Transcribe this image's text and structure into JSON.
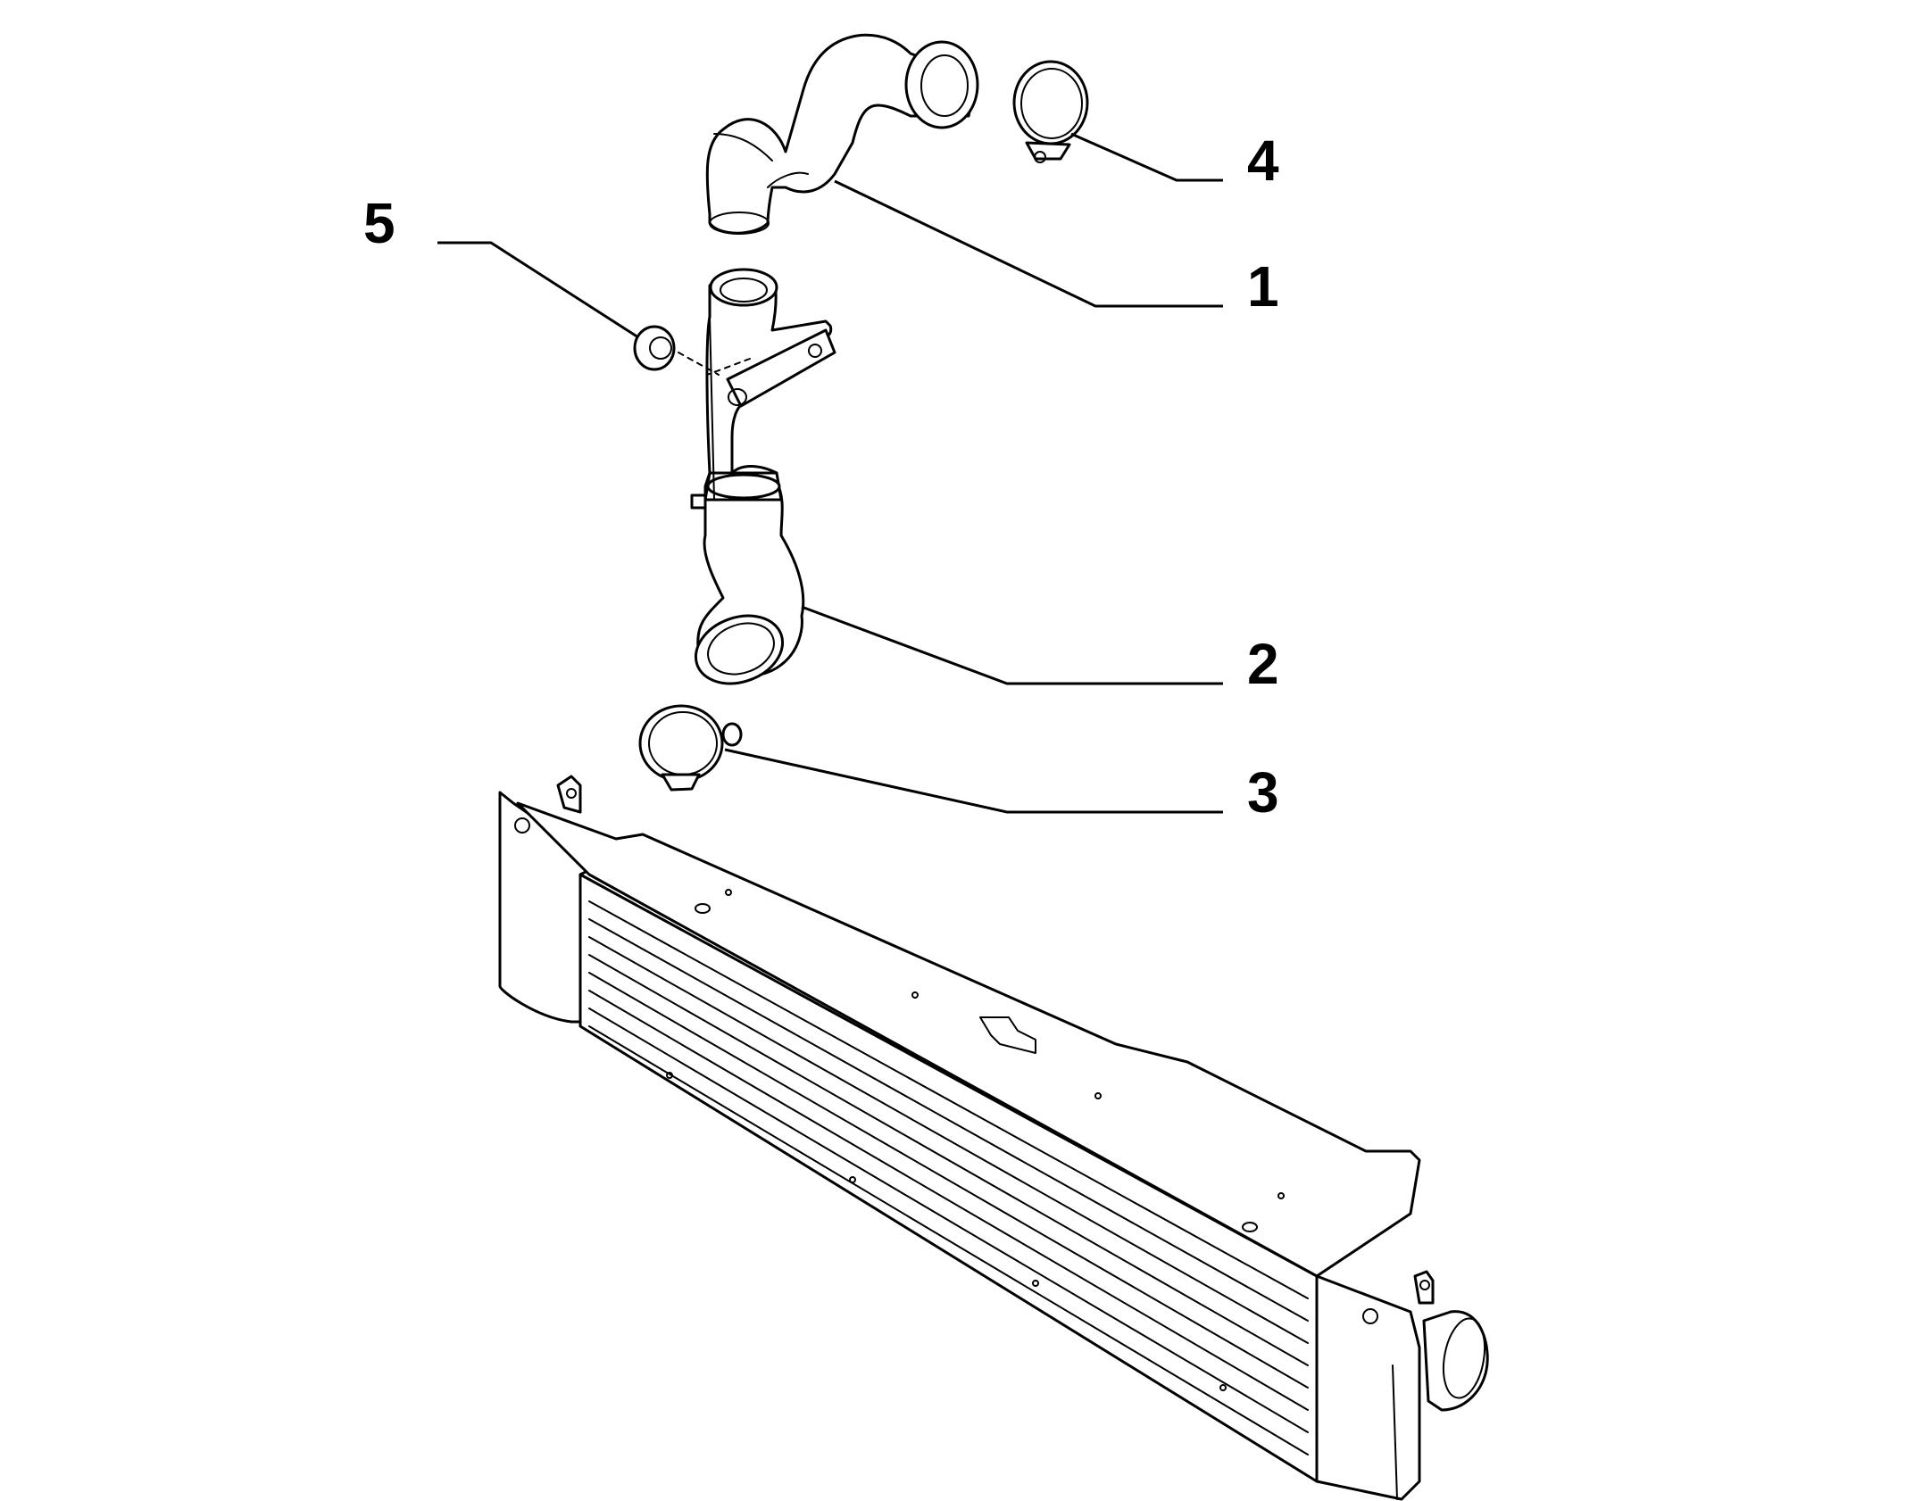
{
  "diagram": {
    "callouts": [
      {
        "id": "part-1",
        "label": "1"
      },
      {
        "id": "part-2",
        "label": "2"
      },
      {
        "id": "part-3",
        "label": "3"
      },
      {
        "id": "part-4",
        "label": "4"
      },
      {
        "id": "part-5",
        "label": "5"
      }
    ]
  }
}
